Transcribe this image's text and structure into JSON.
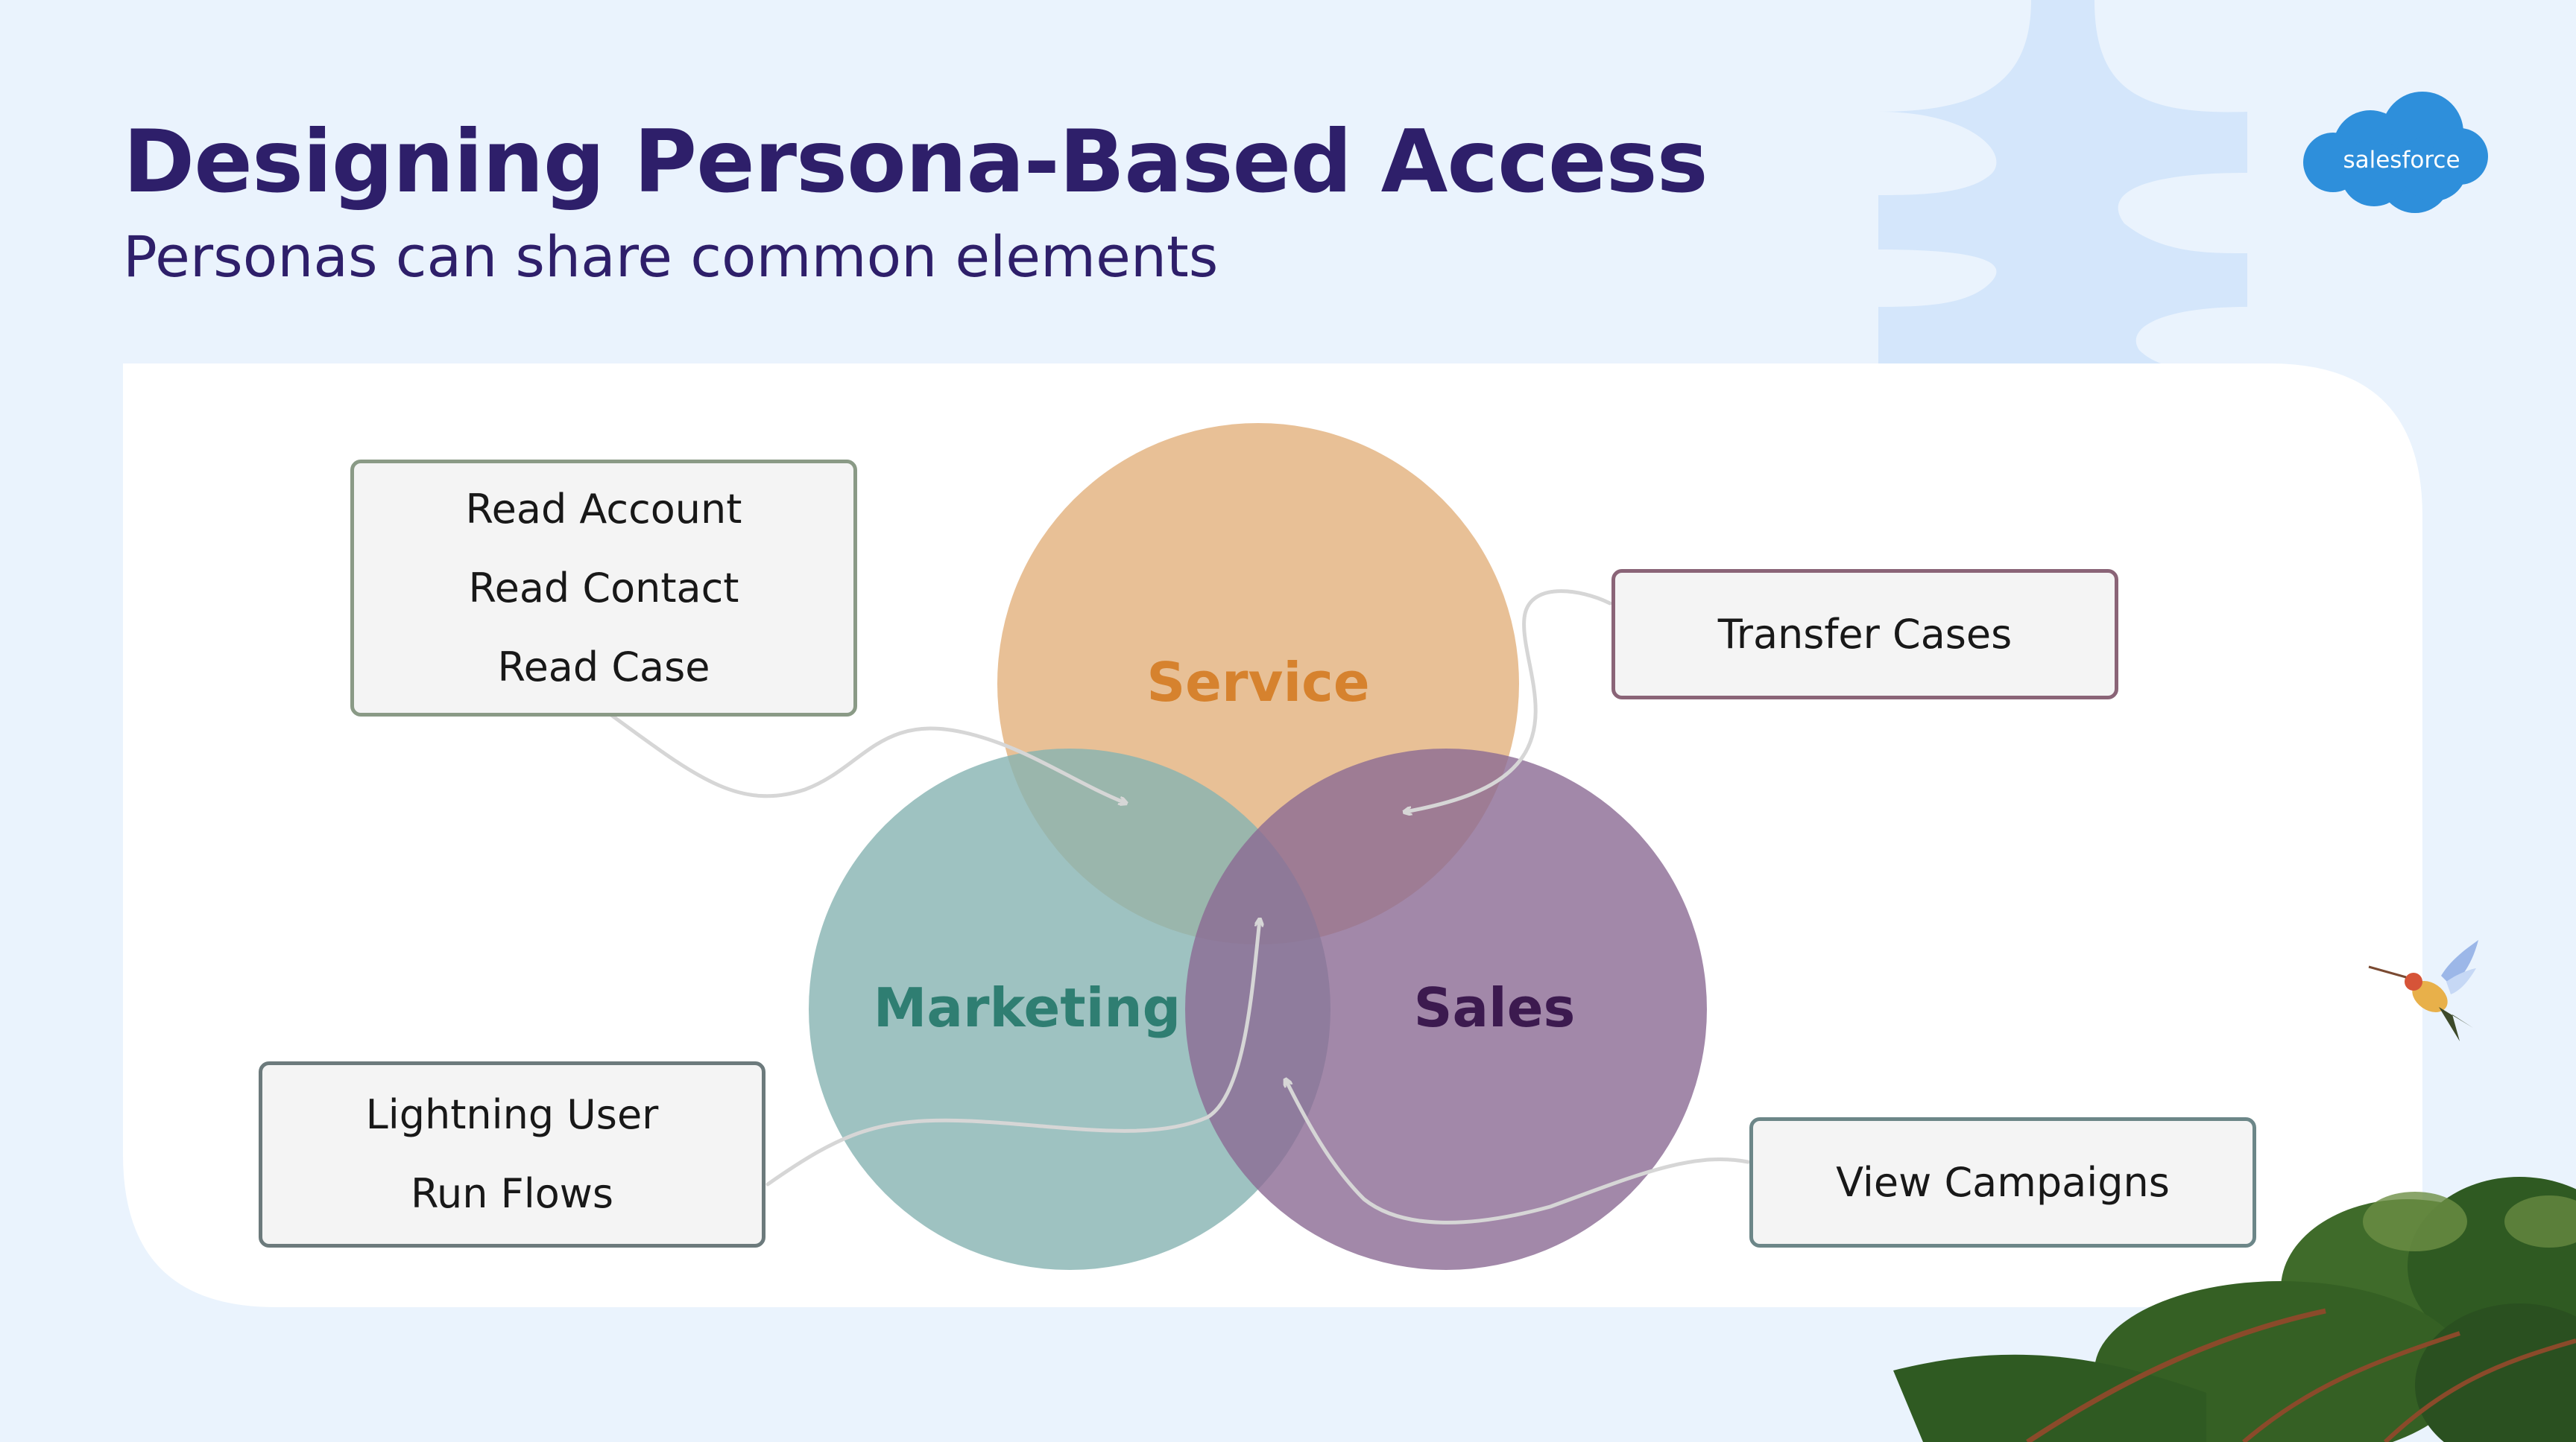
{
  "title": "Designing Persona-Based Access",
  "subtitle": "Personas can share common elements",
  "logo": {
    "text": "salesforce",
    "color": "#2e8fdb"
  },
  "colors": {
    "background": "#eaf3fd",
    "card": "#ffffff",
    "title": "#2e1f6a",
    "service_circle": "#e3b27f",
    "service_label": "#d6822e",
    "marketing_circle": "#86b3b1",
    "marketing_label": "#2f7e72",
    "sales_circle": "#8b6a93",
    "sales_label": "#3c1a4f"
  },
  "diagram": {
    "circles": [
      {
        "id": "service",
        "label": "Service"
      },
      {
        "id": "marketing",
        "label": "Marketing"
      },
      {
        "id": "sales",
        "label": "Sales"
      }
    ],
    "callouts": [
      {
        "id": "service-marketing",
        "lines": [
          "Read Account",
          "Read Contact",
          "Read Case"
        ],
        "border": "#8a9a86"
      },
      {
        "id": "service-sales",
        "lines": [
          "Transfer Cases"
        ],
        "border": "#8a6477"
      },
      {
        "id": "all-three",
        "lines": [
          "Lightning User",
          "Run Flows"
        ],
        "border": "#6c7a7c"
      },
      {
        "id": "marketing-sales",
        "lines": [
          "View Campaigns"
        ],
        "border": "#6c8688"
      }
    ]
  }
}
